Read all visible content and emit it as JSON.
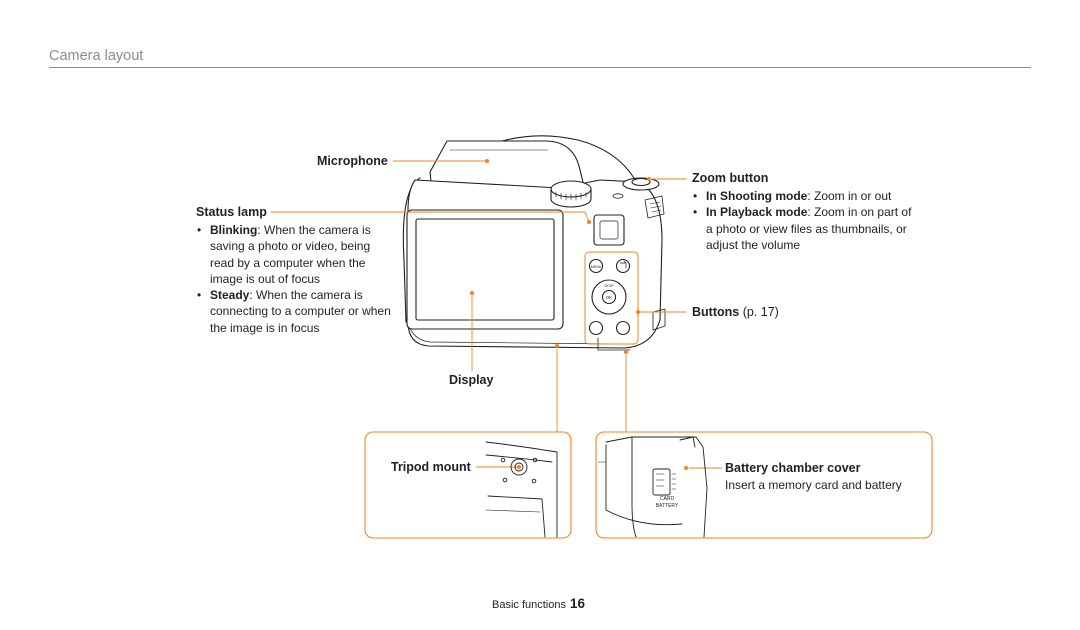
{
  "header": {
    "title": "Camera layout"
  },
  "labels": {
    "microphone": "Microphone",
    "status_lamp": {
      "title": "Status lamp",
      "items": [
        {
          "term": "Blinking",
          "desc": ": When the camera is saving a photo or video, being read by a computer when the image is out of focus"
        },
        {
          "term": "Steady",
          "desc": ": When the camera is connecting to a computer or when the image is in focus"
        }
      ]
    },
    "zoom_button": {
      "title": "Zoom button",
      "items": [
        {
          "term": "In Shooting mode",
          "desc": ": Zoom in or out"
        },
        {
          "term": "In Playback mode",
          "desc": ": Zoom in on part of a photo or view files as thumbnails, or adjust the volume"
        }
      ]
    },
    "buttons": {
      "title": "Buttons",
      "ref": " (p. 17)"
    },
    "display": "Display",
    "tripod_mount": "Tripod mount",
    "battery_cover": {
      "title": "Battery chamber cover",
      "desc": "Insert a memory card and battery"
    }
  },
  "camera_markings": {
    "menu": "MENU",
    "disp": "DISP",
    "ok": "OK",
    "card": "CARD",
    "battery": "BATTERY"
  },
  "colors": {
    "accent": "#f58220",
    "line": "#231f20",
    "rule": "#8c8c8c"
  },
  "footer": {
    "section": "Basic functions",
    "page": "16"
  }
}
